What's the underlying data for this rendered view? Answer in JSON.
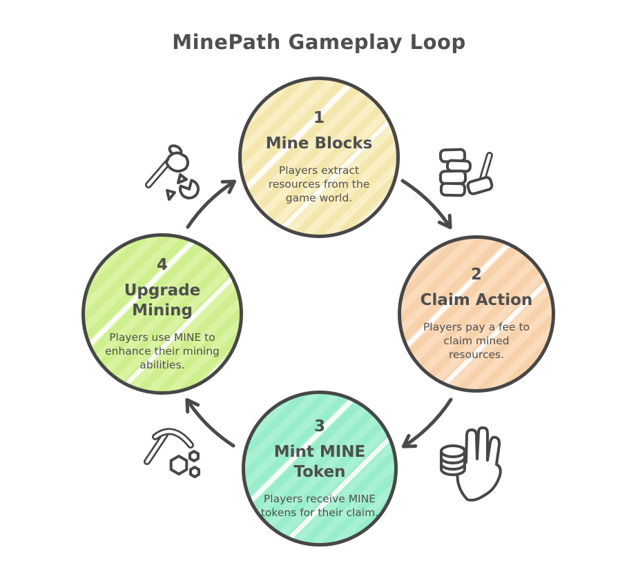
{
  "title": "MinePath Gameplay Loop",
  "colors": {
    "background": "#ffffff",
    "outline": "#474747",
    "text": "#4f4f4f",
    "arrow": "#4a4a4a"
  },
  "steps": [
    {
      "number": "1",
      "title": "Mine Blocks",
      "description": "Players extract resources from the game world.",
      "fill": "#f9efc5",
      "stripe": "#f4e7ae"
    },
    {
      "number": "2",
      "title": "Claim Action",
      "description": "Players pay a fee to claim mined resources.",
      "fill": "#fadcbc",
      "stripe": "#f6d1a9"
    },
    {
      "number": "3",
      "title": "Mint MINE Token",
      "description": "Players receive MINE tokens for their claim.",
      "fill": "#a9f1d3",
      "stripe": "#98edca"
    },
    {
      "number": "4",
      "title": "Upgrade Mining",
      "description": "Players use MINE to enhance their mining abilities.",
      "fill": "#d9f3a1",
      "stripe": "#cdef8d"
    }
  ],
  "icons": [
    "axe-debris-icon",
    "block-stack-mallet-icon",
    "coins-hand-icon",
    "pickaxe-rocks-icon"
  ]
}
